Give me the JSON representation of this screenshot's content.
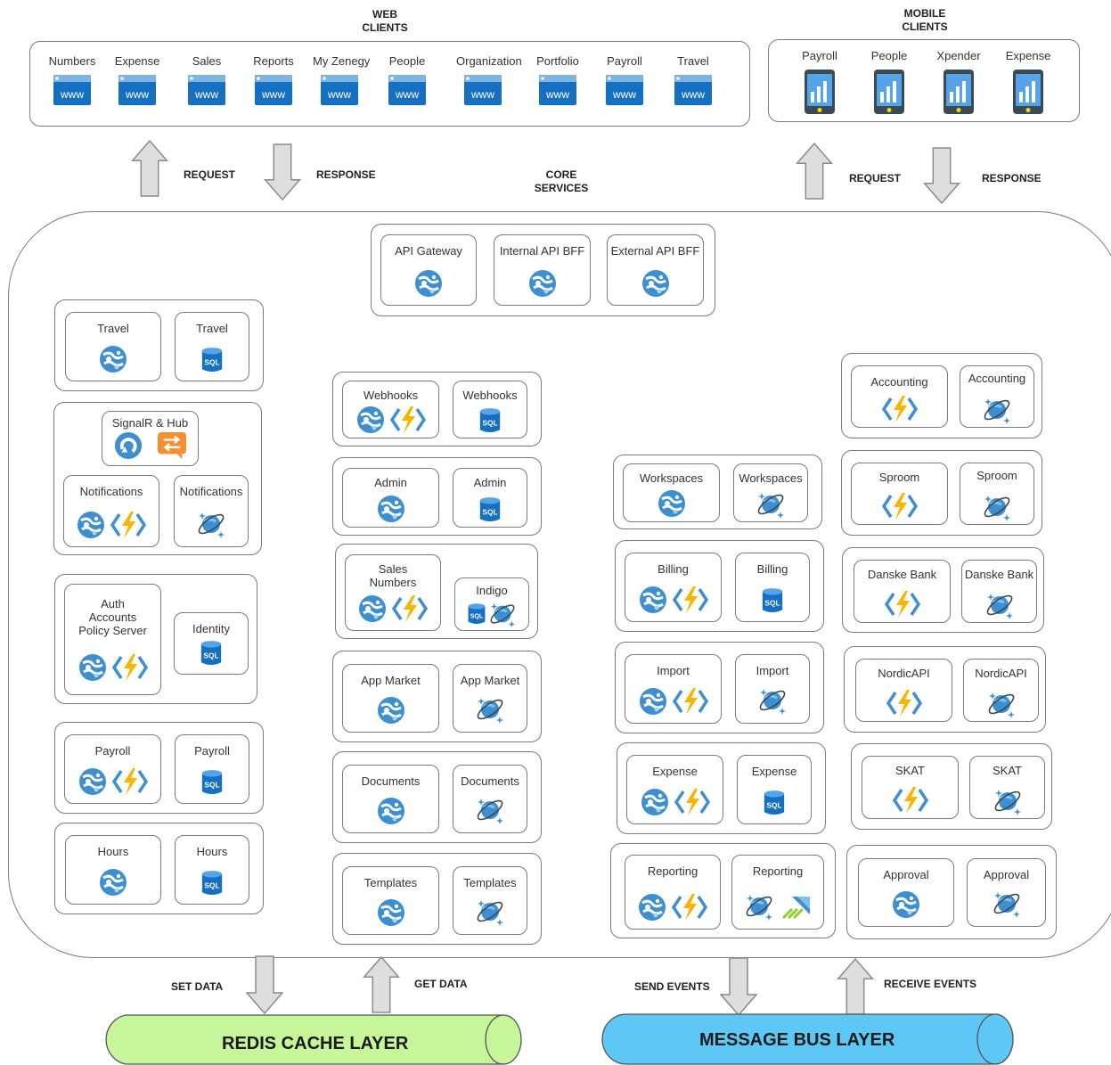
{
  "web_clients": {
    "title": "WEB\nCLIENTS",
    "items": [
      "Numbers",
      "Expense",
      "Sales",
      "Reports",
      "My Zenegy",
      "People",
      "Organization",
      "Portfolio",
      "Payroll",
      "Travel"
    ],
    "icon": "www"
  },
  "mobile_clients": {
    "title": "MOBILE\nCLIENTS",
    "items": [
      "Payroll",
      "People",
      "Xpender",
      "Expense"
    ]
  },
  "arrows": {
    "request": "REQUEST",
    "response": "RESPONSE",
    "set_data": "SET DATA",
    "get_data": "GET DATA",
    "send_events": "SEND EVENTS",
    "receive_events": "RECEIVE EVENTS"
  },
  "core": {
    "title": "CORE\nSERVICES",
    "gateway": [
      "API Gateway",
      "Internal API BFF",
      "External API BFF"
    ]
  },
  "col1": {
    "travel": [
      "Travel",
      "Travel"
    ],
    "signalr": "SignalR & Hub",
    "notifications": [
      "Notifications",
      "Notifications"
    ],
    "auth": "Auth\nAccounts\nPolicy Server",
    "identity": "Identity",
    "payroll": [
      "Payroll",
      "Payroll"
    ],
    "hours": [
      "Hours",
      "Hours"
    ]
  },
  "col2": {
    "webhooks": [
      "Webhooks",
      "Webhooks"
    ],
    "admin": [
      "Admin",
      "Admin"
    ],
    "sales": "Sales\nNumbers",
    "indigo": "Indigo",
    "appmarket": [
      "App Market",
      "App Market"
    ],
    "documents": [
      "Documents",
      "Documents"
    ],
    "templates": [
      "Templates",
      "Templates"
    ]
  },
  "col3": {
    "workspaces": [
      "Workspaces",
      "Workspaces"
    ],
    "billing": [
      "Billing",
      "Billing"
    ],
    "import": [
      "Import",
      "Import"
    ],
    "expense": [
      "Expense",
      "Expense"
    ],
    "reporting": [
      "Reporting",
      "Reporting"
    ]
  },
  "col4": {
    "accounting": [
      "Accounting",
      "Accounting"
    ],
    "sproom": [
      "Sproom",
      "Sproom"
    ],
    "danske": [
      "Danske Bank",
      "Danske Bank"
    ],
    "nordic": [
      "NordicAPI",
      "NordicAPI"
    ],
    "skat": [
      "SKAT",
      "SKAT"
    ],
    "approval": [
      "Approval",
      "Approval"
    ]
  },
  "layers": {
    "redis": "REDIS CACHE LAYER",
    "bus": "MESSAGE BUS LAYER"
  },
  "icon_text": {
    "sql": "SQL"
  },
  "colors": {
    "app_service": "#3d8fd1",
    "function": "#f7b500",
    "sql": "#1570c2",
    "cosmos": "#3d8fd1",
    "redis": "#c6f59a",
    "bus": "#5dc8f5"
  }
}
